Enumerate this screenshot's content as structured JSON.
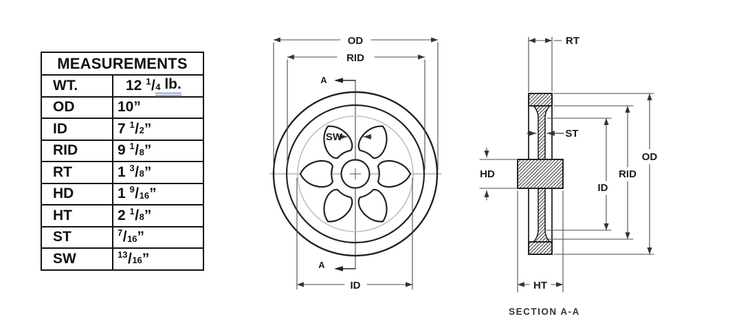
{
  "table": {
    "title": "MEASUREMENTS",
    "rows": [
      {
        "label": "WT.",
        "whole": "12",
        "num": "1",
        "den": "4",
        "suffix": " lb.",
        "underline": true
      },
      {
        "label": "OD",
        "whole": "10",
        "suffix": "”"
      },
      {
        "label": "ID",
        "whole": "7",
        "num": "1",
        "den": "2",
        "suffix": "”"
      },
      {
        "label": "RID",
        "whole": "9",
        "num": "1",
        "den": "8",
        "suffix": "”"
      },
      {
        "label": "RT",
        "whole": "1",
        "num": "3",
        "den": "8",
        "suffix": "”"
      },
      {
        "label": "HD",
        "whole": "1",
        "num": "9",
        "den": "16",
        "suffix": "”"
      },
      {
        "label": "HT",
        "whole": "2",
        "num": "1",
        "den": "8",
        "suffix": "”"
      },
      {
        "label": "ST",
        "num": "7",
        "den": "16",
        "suffix": "”"
      },
      {
        "label": "SW",
        "num": "13",
        "den": "16",
        "suffix": "”"
      }
    ]
  },
  "front_view": {
    "labels": {
      "od": "OD",
      "rid": "RID",
      "id": "ID",
      "sw": "SW"
    },
    "section_marker": "A"
  },
  "section_view": {
    "labels": {
      "rt": "RT",
      "st": "ST",
      "hd": "HD",
      "od": "OD",
      "rid": "RID",
      "id": "ID",
      "ht": "HT"
    },
    "caption": "SECTION A-A"
  },
  "colors": {
    "object_line": "#222222",
    "dimension_line": "#4a4a4a",
    "faint_circle": "#c0c0c0",
    "underline_blue": "#2e64c8",
    "text": "#111111"
  }
}
